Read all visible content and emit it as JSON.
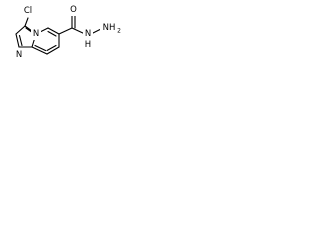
{
  "molecule": {
    "atoms": {
      "chlorine": "Cl",
      "bridgehead_nitrogen": "N",
      "ring_nitrogen": "N",
      "carbonyl_oxygen": "O",
      "hydrazide_nh": "N",
      "hydrazide_h": "H",
      "terminal_nh2": "NH",
      "terminal_subscript": "2"
    }
  }
}
